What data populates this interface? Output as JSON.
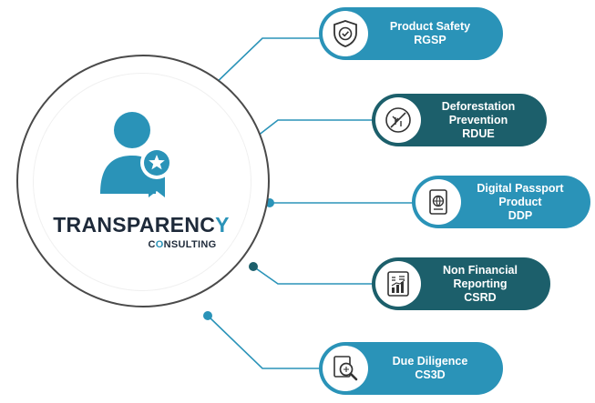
{
  "brand": {
    "name_main": "TRANSPARENC",
    "name_accent": "Y",
    "sub_accent": "C",
    "sub_mid": "O",
    "sub_rest": "NSULTING"
  },
  "services": [
    {
      "line1": "Product Safety",
      "line2": "",
      "code": "RGSP",
      "icon": "shield-check-icon",
      "style": "light"
    },
    {
      "line1": "Deforestation",
      "line2": "Prevention",
      "code": "RDUE",
      "icon": "no-deforestation-icon",
      "style": "dark"
    },
    {
      "line1": "Digital Passport",
      "line2": "Product",
      "code": "DDP",
      "icon": "passport-icon",
      "style": "light"
    },
    {
      "line1": "Non Financial",
      "line2": "Reporting",
      "code": "CSRD",
      "icon": "report-chart-icon",
      "style": "dark"
    },
    {
      "line1": "Due Diligence",
      "line2": "",
      "code": "CS3D",
      "icon": "document-magnifier-icon",
      "style": "light"
    }
  ],
  "colors": {
    "accent": "#2a93b8",
    "dark_teal": "#1c5f6b",
    "text_dark": "#1e2a3a",
    "ring": "#4a4a4a"
  }
}
